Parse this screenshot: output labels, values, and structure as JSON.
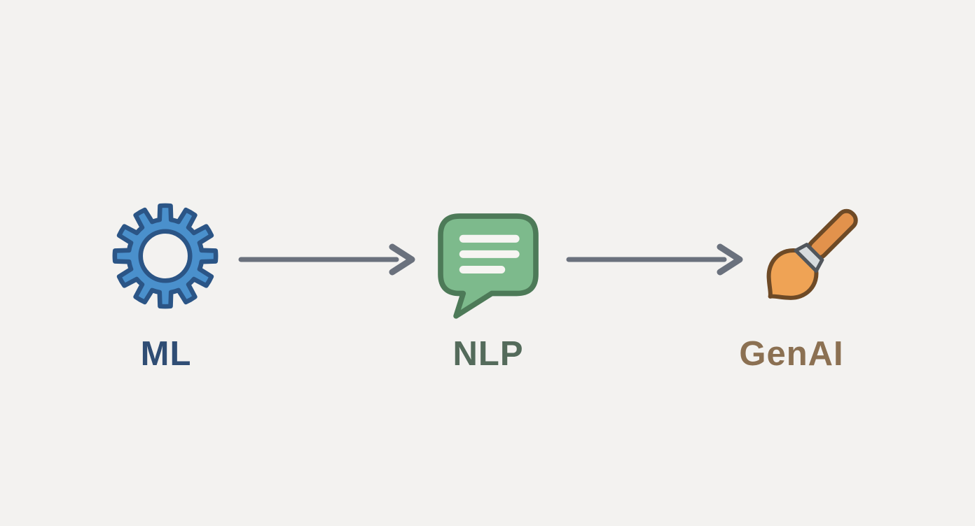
{
  "diagram": {
    "background_color": "#f3f2f0",
    "arrow_color": "#6a717d",
    "nodes": [
      {
        "id": "ml",
        "label": "ML",
        "icon": "gear-icon",
        "label_color": "#2f4d74",
        "icon_fill": "#4a90cc",
        "icon_stroke": "#2b5586"
      },
      {
        "id": "nlp",
        "label": "NLP",
        "icon": "chat-bubble-icon",
        "label_color": "#546b5b",
        "icon_fill": "#7dba8c",
        "icon_stroke": "#4d7a58",
        "icon_line_color": "#f6f5f2"
      },
      {
        "id": "genai",
        "label": "GenAI",
        "icon": "paintbrush-icon",
        "label_color": "#8b7052",
        "icon_fill": "#eda45c",
        "icon_stroke": "#6e4a26",
        "ferrule_color": "#d7dbde"
      }
    ],
    "connectors": [
      {
        "from": "ML",
        "to": "NLP"
      },
      {
        "from": "NLP",
        "to": "GenAI"
      }
    ]
  }
}
